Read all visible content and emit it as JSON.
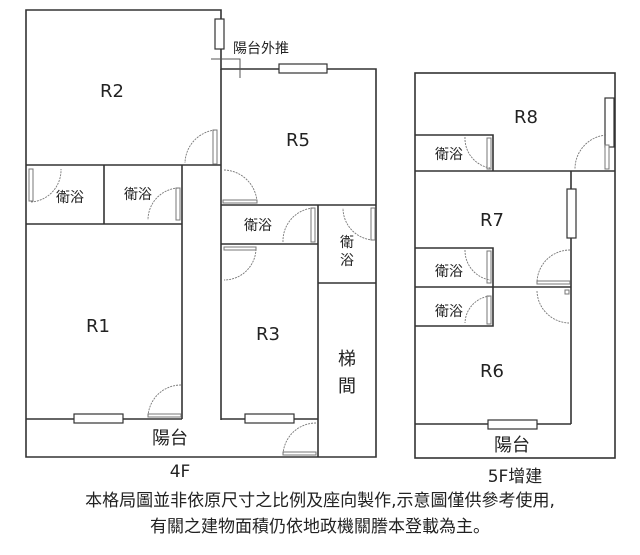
{
  "floor_4f": {
    "label": "4F",
    "balcony_extension_label": "陽台外推",
    "rooms": {
      "r1": "R1",
      "r2": "R2",
      "r3": "R3",
      "r5": "R5"
    },
    "bathroom_label": "衛浴",
    "bathroom_vertical": [
      "衛",
      "浴"
    ],
    "stairwell_label": [
      "梯",
      "間"
    ],
    "balcony_label": "陽台"
  },
  "floor_5f": {
    "label": "5F增建",
    "rooms": {
      "r6": "R6",
      "r7": "R7",
      "r8": "R8"
    },
    "bathroom_label": "衛浴",
    "balcony_label": "陽台"
  },
  "disclaimer": {
    "line1": "本格局圖並非依原尺寸之比例及座向製作,示意圖僅供參考使用,",
    "line2": "有關之建物面積仍依地政機關謄本登載為主。"
  }
}
